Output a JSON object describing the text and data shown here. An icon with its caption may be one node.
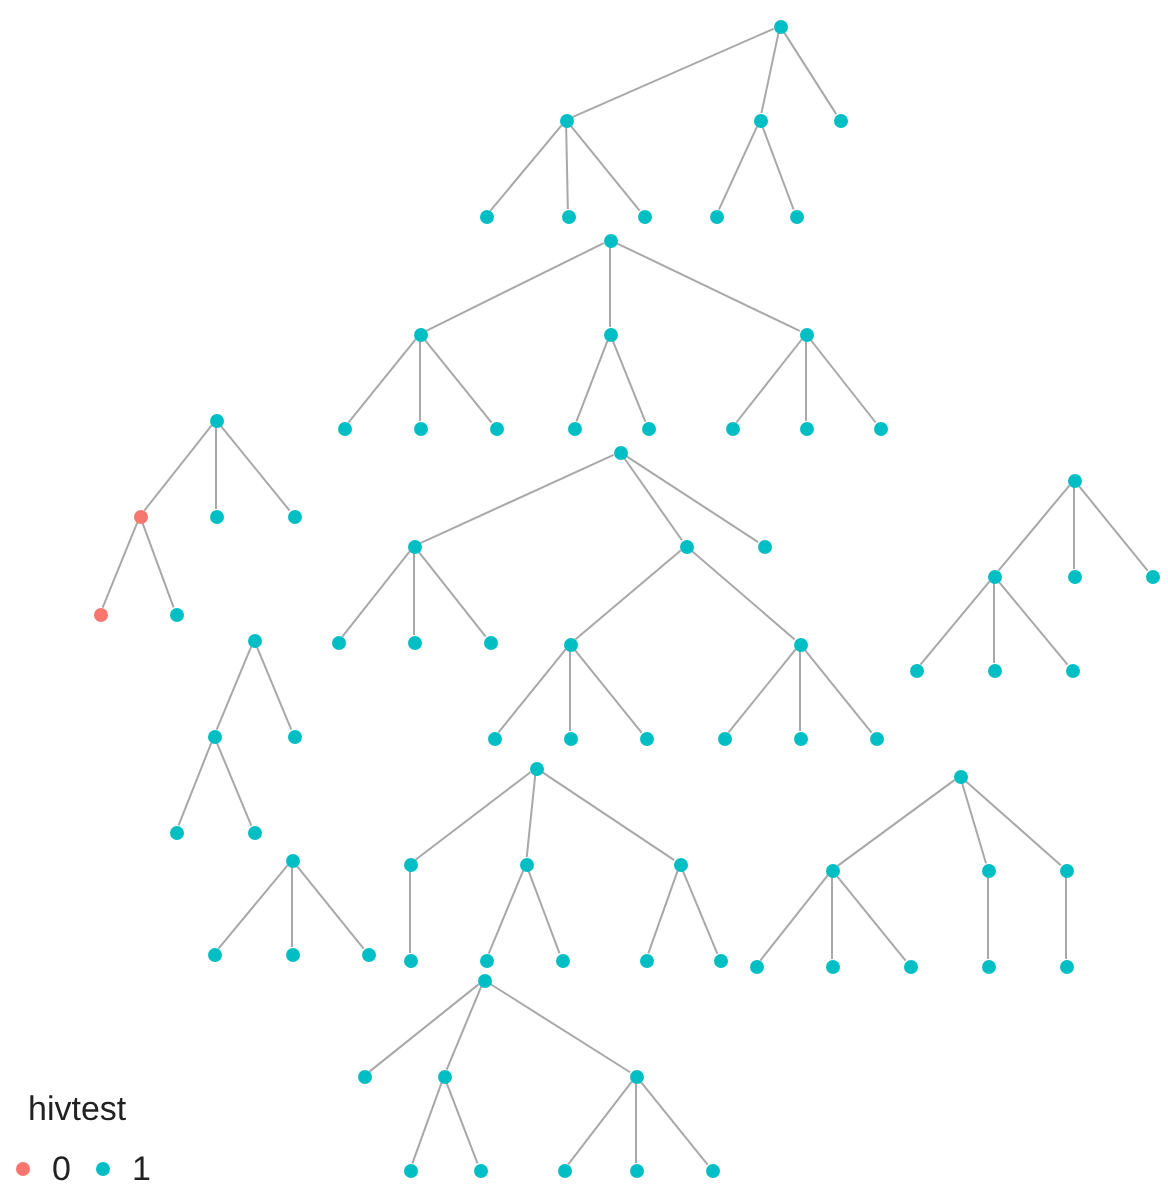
{
  "diagram": {
    "nodes": [
      {
        "text": [],
        "shape": "circle"
      },
      {
        "text": [],
        "shape": "circle"
      },
      {
        "text": [],
        "shape": "circle"
      },
      {
        "text": [],
        "shape": "circle"
      },
      {
        "text": [],
        "shape": "circle"
      },
      {
        "text": [],
        "shape": "circle"
      },
      {
        "text": [],
        "shape": "circle"
      },
      {
        "text": [],
        "shape": "circle"
      },
      {
        "text": [],
        "shape": "circle"
      },
      {
        "text": [],
        "shape": "circle"
      },
      {
        "text": [],
        "shape": "circle"
      },
      {
        "text": [],
        "shape": "circle"
      },
      {
        "text": [],
        "shape": "circle"
      },
      {
        "text": [],
        "shape": "circle"
      },
      {
        "text": [],
        "shape": "circle"
      },
      {
        "text": [],
        "shape": "circle"
      },
      {
        "text": [],
        "shape": "circle"
      },
      {
        "text": [],
        "shape": "circle"
      },
      {
        "text": [],
        "shape": "circle"
      },
      {
        "text": [],
        "shape": "circle"
      },
      {
        "text": [],
        "shape": "circle"
      },
      {
        "text": [],
        "shape": "circle"
      },
      {
        "text": [],
        "shape": "circle"
      },
      {
        "text": [],
        "shape": "circle"
      },
      {
        "text": [],
        "shape": "circle"
      },
      {
        "text": [],
        "shape": "circle"
      },
      {
        "text": [],
        "shape": "circle"
      },
      {
        "text": [],
        "shape": "circle"
      },
      {
        "text": [],
        "shape": "circle"
      },
      {
        "text": [],
        "shape": "circle"
      },
      {
        "text": [],
        "shape": "circle"
      },
      {
        "text": [],
        "shape": "circle"
      },
      {
        "text": [],
        "shape": "circle"
      },
      {
        "text": [],
        "shape": "circle"
      },
      {
        "text": [],
        "shape": "circle"
      },
      {
        "text": [],
        "shape": "circle"
      },
      {
        "text": [],
        "shape": "circle"
      },
      {
        "text": [],
        "shape": "circle"
      },
      {
        "text": [],
        "shape": "circle"
      },
      {
        "text": [],
        "shape": "circle"
      },
      {
        "text": [],
        "shape": "circle"
      },
      {
        "text": [],
        "shape": "circle"
      },
      {
        "text": [],
        "shape": "circle"
      },
      {
        "text": [],
        "shape": "circle"
      },
      {
        "text": [],
        "shape": "circle"
      },
      {
        "text": [],
        "shape": "circle"
      },
      {
        "text": [],
        "shape": "circle"
      },
      {
        "text": [],
        "shape": "circle"
      },
      {
        "text": [],
        "shape": "circle"
      },
      {
        "text": [],
        "shape": "circle"
      },
      {
        "text": [],
        "shape": "circle"
      },
      {
        "text": [],
        "shape": "circle"
      },
      {
        "text": [],
        "shape": "circle"
      },
      {
        "text": [],
        "shape": "circle"
      },
      {
        "text": [],
        "shape": "circle"
      },
      {
        "text": [],
        "shape": "circle"
      },
      {
        "text": [],
        "shape": "circle"
      },
      {
        "text": [],
        "shape": "circle"
      },
      {
        "text": [],
        "shape": "circle"
      },
      {
        "text": [],
        "shape": "circle"
      },
      {
        "text": [],
        "shape": "circle"
      },
      {
        "text": [],
        "shape": "circle"
      },
      {
        "text": [],
        "shape": "circle"
      },
      {
        "text": [],
        "shape": "circle"
      },
      {
        "text": [],
        "shape": "circle"
      },
      {
        "text": [],
        "shape": "circle"
      },
      {
        "text": [],
        "shape": "circle"
      },
      {
        "text": [],
        "shape": "circle"
      },
      {
        "text": [],
        "shape": "circle"
      },
      {
        "text": [],
        "shape": "circle"
      },
      {
        "text": [],
        "shape": "circle"
      },
      {
        "text": [],
        "shape": "circle"
      },
      {
        "text": [],
        "shape": "circle"
      },
      {
        "text": [],
        "shape": "circle"
      },
      {
        "text": [],
        "shape": "circle"
      },
      {
        "text": [],
        "shape": "circle"
      },
      {
        "text": [],
        "shape": "circle"
      },
      {
        "text": [],
        "shape": "circle"
      },
      {
        "text": [],
        "shape": "circle"
      },
      {
        "text": [],
        "shape": "circle"
      },
      {
        "text": [],
        "shape": "circle"
      },
      {
        "text": [],
        "shape": "circle"
      },
      {
        "text": [],
        "shape": "circle"
      },
      {
        "text": [],
        "shape": "circle"
      },
      {
        "text": [],
        "shape": "circle"
      }
    ],
    "edges": [
      {
        "from": 0,
        "to": 1,
        "arrow": "none"
      },
      {
        "from": 1,
        "to": 2,
        "arrow": "none"
      },
      {
        "from": 1,
        "to": 3,
        "arrow": "none"
      },
      {
        "from": 1,
        "to": 4,
        "arrow": "none"
      },
      {
        "from": 0,
        "to": 5,
        "arrow": "none"
      },
      {
        "from": 5,
        "to": 6,
        "arrow": "none"
      },
      {
        "from": 5,
        "to": 7,
        "arrow": "none"
      },
      {
        "from": 0,
        "to": 8,
        "arrow": "none"
      },
      {
        "from": 9,
        "to": 10,
        "arrow": "none"
      },
      {
        "from": 10,
        "to": 11,
        "arrow": "none"
      },
      {
        "from": 10,
        "to": 12,
        "arrow": "none"
      },
      {
        "from": 10,
        "to": 13,
        "arrow": "none"
      },
      {
        "from": 9,
        "to": 14,
        "arrow": "none"
      },
      {
        "from": 14,
        "to": 15,
        "arrow": "none"
      },
      {
        "from": 14,
        "to": 16,
        "arrow": "none"
      },
      {
        "from": 9,
        "to": 17,
        "arrow": "none"
      },
      {
        "from": 17,
        "to": 18,
        "arrow": "none"
      },
      {
        "from": 17,
        "to": 19,
        "arrow": "none"
      },
      {
        "from": 17,
        "to": 20,
        "arrow": "none"
      },
      {
        "from": 21,
        "to": 22,
        "arrow": "none"
      },
      {
        "from": 22,
        "to": 23,
        "arrow": "none"
      },
      {
        "from": 22,
        "to": 24,
        "arrow": "none"
      },
      {
        "from": 21,
        "to": 25,
        "arrow": "none"
      },
      {
        "from": 21,
        "to": 26,
        "arrow": "none"
      },
      {
        "from": 27,
        "to": 28,
        "arrow": "none"
      },
      {
        "from": 28,
        "to": 29,
        "arrow": "none"
      },
      {
        "from": 28,
        "to": 30,
        "arrow": "none"
      },
      {
        "from": 28,
        "to": 31,
        "arrow": "none"
      },
      {
        "from": 27,
        "to": 32,
        "arrow": "none"
      },
      {
        "from": 32,
        "to": 33,
        "arrow": "none"
      },
      {
        "from": 33,
        "to": 34,
        "arrow": "none"
      },
      {
        "from": 33,
        "to": 35,
        "arrow": "none"
      },
      {
        "from": 33,
        "to": 36,
        "arrow": "none"
      },
      {
        "from": 32,
        "to": 37,
        "arrow": "none"
      },
      {
        "from": 37,
        "to": 38,
        "arrow": "none"
      },
      {
        "from": 37,
        "to": 39,
        "arrow": "none"
      },
      {
        "from": 37,
        "to": 40,
        "arrow": "none"
      },
      {
        "from": 27,
        "to": 41,
        "arrow": "none"
      },
      {
        "from": 42,
        "to": 43,
        "arrow": "none"
      },
      {
        "from": 43,
        "to": 44,
        "arrow": "none"
      },
      {
        "from": 43,
        "to": 45,
        "arrow": "none"
      },
      {
        "from": 43,
        "to": 46,
        "arrow": "none"
      },
      {
        "from": 42,
        "to": 47,
        "arrow": "none"
      },
      {
        "from": 42,
        "to": 48,
        "arrow": "none"
      },
      {
        "from": 49,
        "to": 50,
        "arrow": "none"
      },
      {
        "from": 50,
        "to": 51,
        "arrow": "none"
      },
      {
        "from": 50,
        "to": 52,
        "arrow": "none"
      },
      {
        "from": 49,
        "to": 53,
        "arrow": "none"
      },
      {
        "from": 54,
        "to": 55,
        "arrow": "none"
      },
      {
        "from": 54,
        "to": 56,
        "arrow": "none"
      },
      {
        "from": 54,
        "to": 57,
        "arrow": "none"
      },
      {
        "from": 58,
        "to": 59,
        "arrow": "none"
      },
      {
        "from": 59,
        "to": 60,
        "arrow": "none"
      },
      {
        "from": 58,
        "to": 61,
        "arrow": "none"
      },
      {
        "from": 61,
        "to": 62,
        "arrow": "none"
      },
      {
        "from": 61,
        "to": 63,
        "arrow": "none"
      },
      {
        "from": 58,
        "to": 64,
        "arrow": "none"
      },
      {
        "from": 64,
        "to": 65,
        "arrow": "none"
      },
      {
        "from": 64,
        "to": 66,
        "arrow": "none"
      },
      {
        "from": 67,
        "to": 68,
        "arrow": "none"
      },
      {
        "from": 68,
        "to": 69,
        "arrow": "none"
      },
      {
        "from": 68,
        "to": 70,
        "arrow": "none"
      },
      {
        "from": 68,
        "to": 71,
        "arrow": "none"
      },
      {
        "from": 67,
        "to": 72,
        "arrow": "none"
      },
      {
        "from": 72,
        "to": 73,
        "arrow": "none"
      },
      {
        "from": 67,
        "to": 74,
        "arrow": "none"
      },
      {
        "from": 74,
        "to": 75,
        "arrow": "none"
      },
      {
        "from": 76,
        "to": 77,
        "arrow": "none"
      },
      {
        "from": 76,
        "to": 78,
        "arrow": "none"
      },
      {
        "from": 78,
        "to": 79,
        "arrow": "none"
      },
      {
        "from": 78,
        "to": 80,
        "arrow": "none"
      },
      {
        "from": 76,
        "to": 81,
        "arrow": "none"
      },
      {
        "from": 81,
        "to": 82,
        "arrow": "none"
      },
      {
        "from": 81,
        "to": 83,
        "arrow": "none"
      },
      {
        "from": 81,
        "to": 84,
        "arrow": "none"
      }
    ],
    "labels": [
      "hivtest"
    ],
    "legend": [
      {
        "text": "0",
        "color": "#f8766d"
      },
      {
        "text": "1",
        "color": "#00bfc4"
      }
    ]
  }
}
